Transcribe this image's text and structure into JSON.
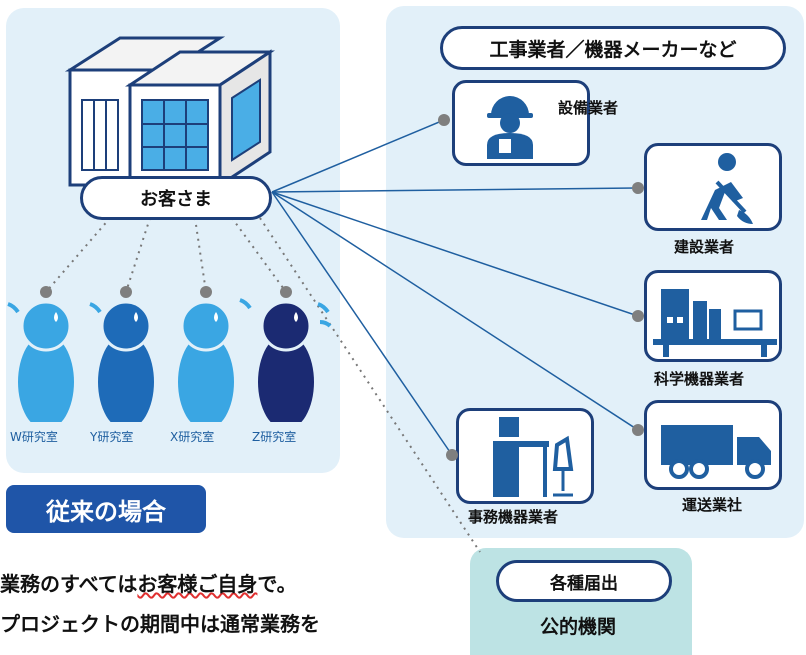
{
  "header_right": {
    "label": "工事業者／機器メーカーなど"
  },
  "customer": {
    "label": "お客さま"
  },
  "labs": [
    "W研究室",
    "Y研究室",
    "X研究室",
    "Z研究室"
  ],
  "contractors": [
    {
      "label": "設備業者",
      "icon": "worker-helmet-icon"
    },
    {
      "label": "建設業者",
      "icon": "construction-worker-icon"
    },
    {
      "label": "科学機器業者",
      "icon": "lab-equipment-icon"
    },
    {
      "label": "運送業社",
      "icon": "truck-icon"
    },
    {
      "label": "事務機器業者",
      "icon": "office-desk-icon"
    }
  ],
  "section_tag": "従来の場合",
  "body_text": {
    "line1_prefix": "業務のすべては",
    "line1_underlined": "お客様ご自身",
    "line1_suffix": "で。",
    "line2": "プロジェクトの期間中は通常業務を"
  },
  "public_office": {
    "badge": "各種届出",
    "label": "公的機関"
  },
  "colors": {
    "navy": "#1d3f7a",
    "panel": "#e2f0f9",
    "accent_blue": "#1f55a8",
    "teal_panel": "#bde3e4"
  }
}
